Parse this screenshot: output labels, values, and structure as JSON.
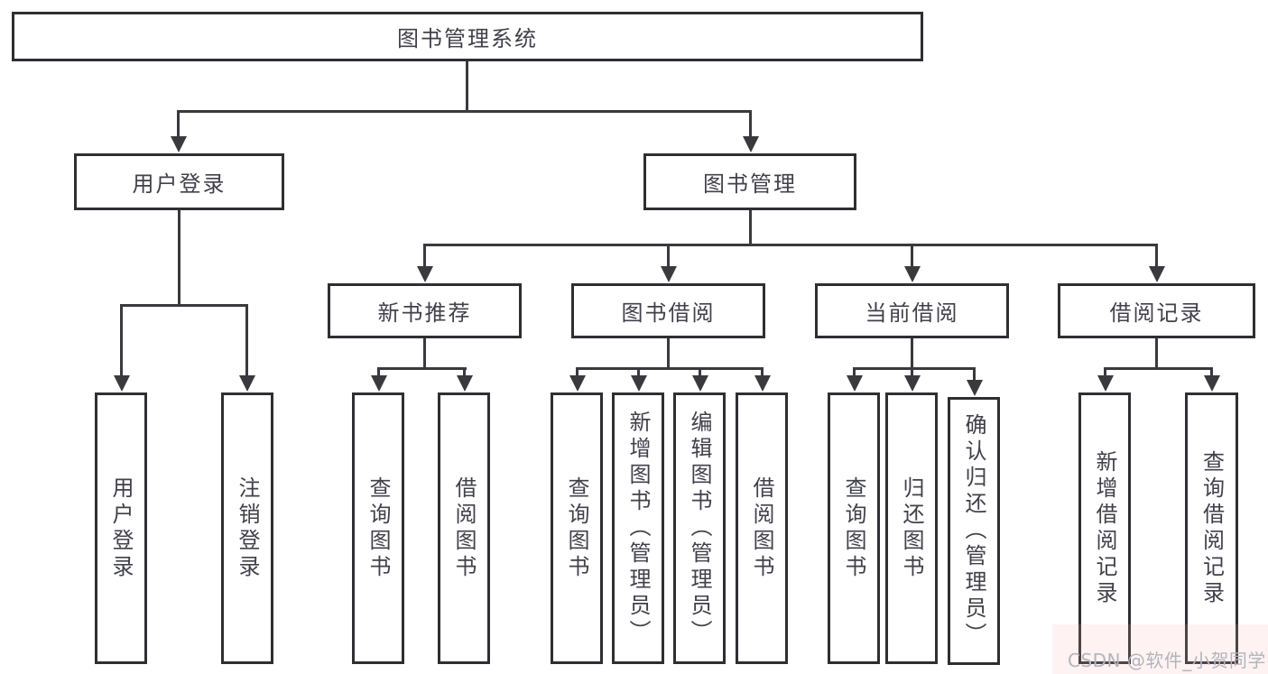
{
  "nodes": {
    "root": "图书管理系统",
    "level2": [
      "用户登录",
      "图书管理"
    ],
    "level3": [
      "新书推荐",
      "图书借阅",
      "当前借阅",
      "借阅记录"
    ],
    "leaves_user_login": [
      "用户登录",
      "注销登录"
    ],
    "leaves_new_books": [
      "查询图书",
      "借阅图书"
    ],
    "leaves_book_borrow": [
      "查询图书",
      "新增图书（管理员）",
      "编辑图书（管理员）",
      "借阅图书"
    ],
    "leaves_current_borrow": [
      "查询图书",
      "归还图书",
      "确认归还（管理员）"
    ],
    "leaves_borrow_records": [
      "新增借阅记录",
      "查询借阅记录"
    ]
  },
  "watermark": "CSDN @软件_小贺同学",
  "colors": {
    "line": "#3a3a3e",
    "box_border": "#2f2f33",
    "text": "#41414b",
    "watermark": "#b2b5bd",
    "background": "#ffffff"
  }
}
